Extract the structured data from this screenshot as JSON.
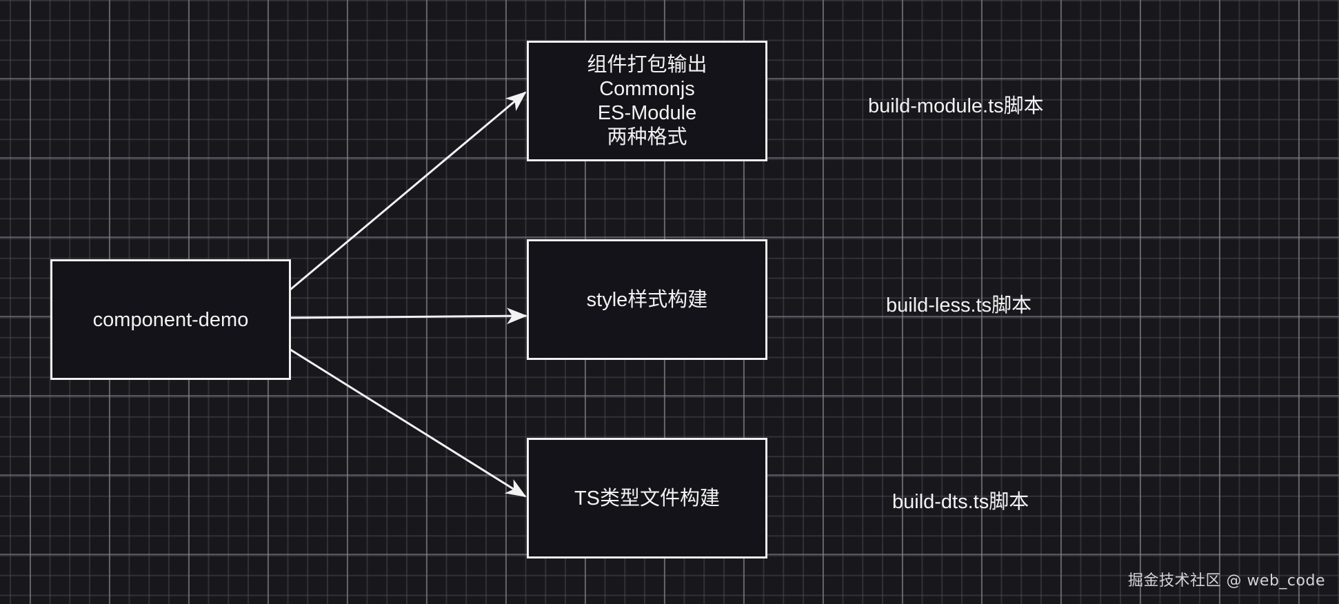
{
  "diagram": {
    "source": {
      "id": "component-demo",
      "label": "component-demo"
    },
    "targets": [
      {
        "id": "build-module",
        "lines": [
          "组件打包输出",
          "Commonjs",
          "ES-Module",
          "两种格式"
        ],
        "script": "build-module.ts脚本"
      },
      {
        "id": "build-style",
        "lines": [
          "style样式构建"
        ],
        "script": "build-less.ts脚本"
      },
      {
        "id": "build-dts",
        "lines": [
          "TS类型文件构建"
        ],
        "script": "build-dts.ts脚本"
      }
    ],
    "edges": [
      {
        "from": "component-demo",
        "to": "build-module"
      },
      {
        "from": "component-demo",
        "to": "build-style"
      },
      {
        "from": "component-demo",
        "to": "build-dts"
      }
    ],
    "colors": {
      "background": "#18171c",
      "stroke": "#f2f2f2",
      "text": "#f2f2f2"
    }
  },
  "watermark": "掘金技术社区 @ web_code"
}
